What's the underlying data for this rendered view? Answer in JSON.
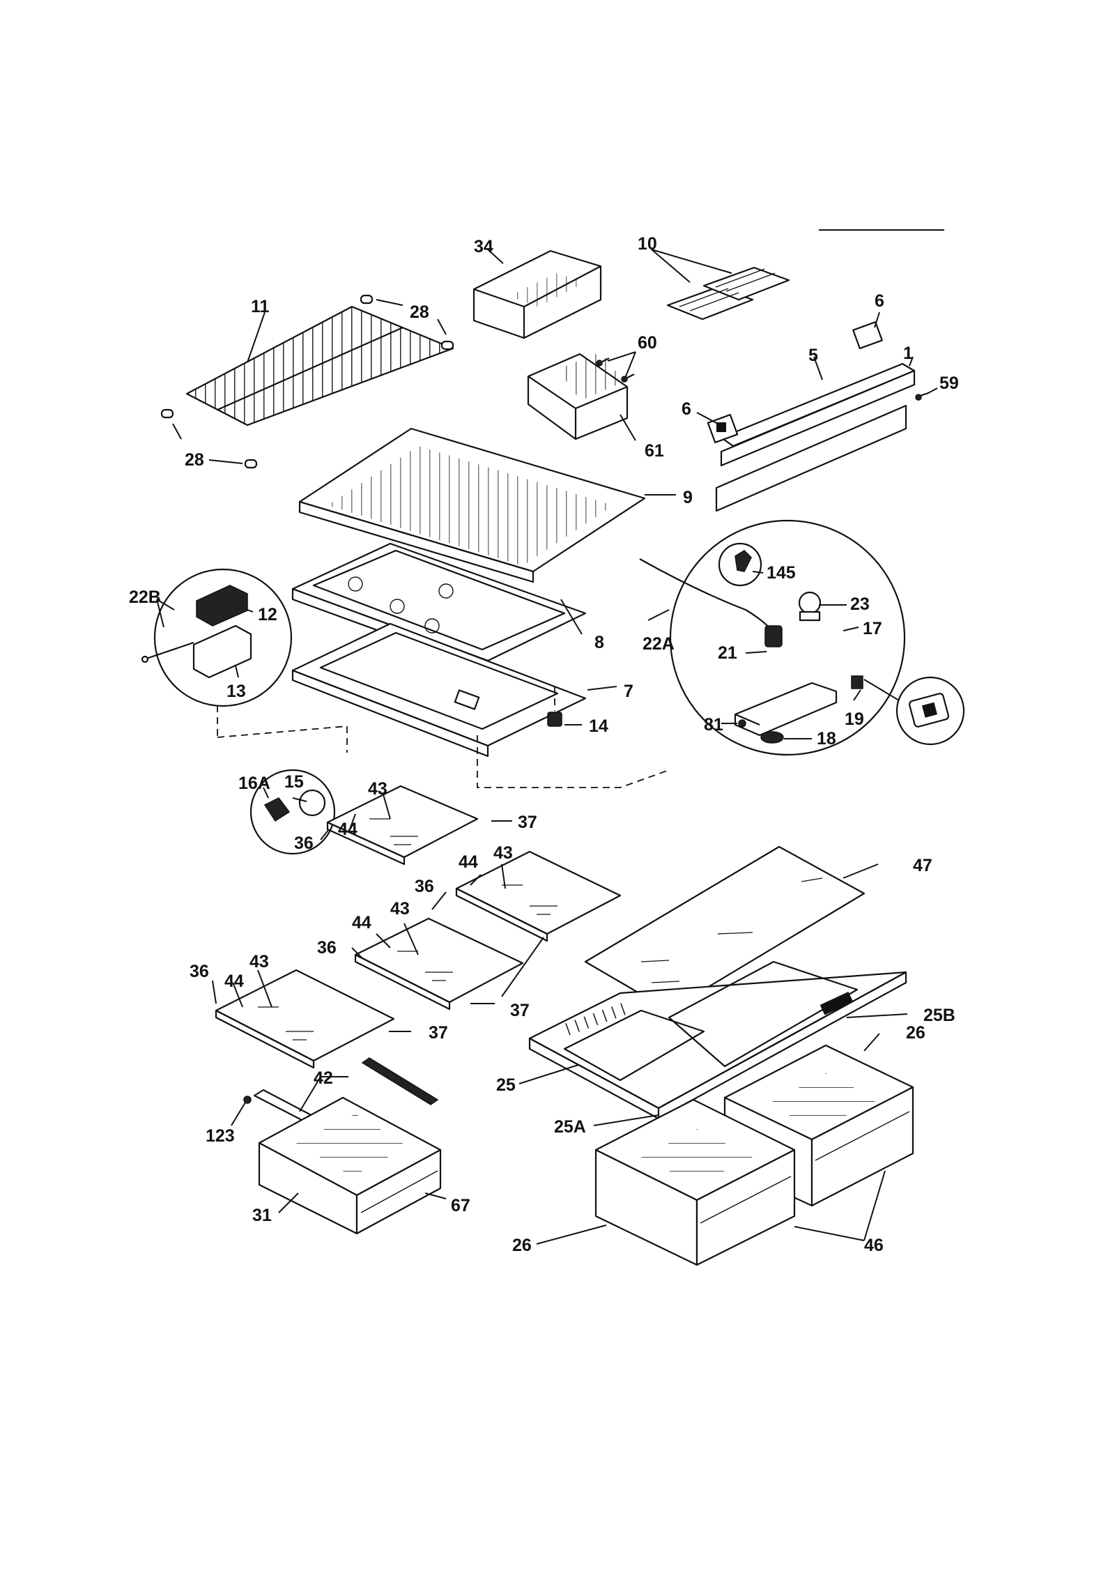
{
  "callouts": [
    {
      "id": "c34",
      "text": "34"
    },
    {
      "id": "c10",
      "text": "10"
    },
    {
      "id": "c11",
      "text": "11"
    },
    {
      "id": "c28a",
      "text": "28"
    },
    {
      "id": "c28b",
      "text": "28"
    },
    {
      "id": "c60",
      "text": "60"
    },
    {
      "id": "c61",
      "text": "61"
    },
    {
      "id": "c6a",
      "text": "6"
    },
    {
      "id": "c6b",
      "text": "6"
    },
    {
      "id": "c5",
      "text": "5"
    },
    {
      "id": "c1",
      "text": "1"
    },
    {
      "id": "c59",
      "text": "59"
    },
    {
      "id": "c9",
      "text": "9"
    },
    {
      "id": "c8",
      "text": "8"
    },
    {
      "id": "c7",
      "text": "7"
    },
    {
      "id": "c14",
      "text": "14"
    },
    {
      "id": "c22B",
      "text": "22B"
    },
    {
      "id": "c12",
      "text": "12"
    },
    {
      "id": "c13",
      "text": "13"
    },
    {
      "id": "c15",
      "text": "15"
    },
    {
      "id": "c16A",
      "text": "16A"
    },
    {
      "id": "c145",
      "text": "145"
    },
    {
      "id": "c23",
      "text": "23"
    },
    {
      "id": "c22A",
      "text": "22A"
    },
    {
      "id": "c21",
      "text": "21"
    },
    {
      "id": "c17",
      "text": "17"
    },
    {
      "id": "c81",
      "text": "81"
    },
    {
      "id": "c18",
      "text": "18"
    },
    {
      "id": "c19",
      "text": "19"
    },
    {
      "id": "c44a",
      "text": "44"
    },
    {
      "id": "c43a",
      "text": "43"
    },
    {
      "id": "c36a",
      "text": "36"
    },
    {
      "id": "c37a",
      "text": "37"
    },
    {
      "id": "c44b",
      "text": "44"
    },
    {
      "id": "c43b",
      "text": "43"
    },
    {
      "id": "c36b",
      "text": "36"
    },
    {
      "id": "c44c",
      "text": "44"
    },
    {
      "id": "c43c",
      "text": "43"
    },
    {
      "id": "c36c",
      "text": "36"
    },
    {
      "id": "c37b",
      "text": "37"
    },
    {
      "id": "c36d",
      "text": "36"
    },
    {
      "id": "c44d",
      "text": "44"
    },
    {
      "id": "c43d",
      "text": "43"
    },
    {
      "id": "c37c",
      "text": "37"
    },
    {
      "id": "c47",
      "text": "47"
    },
    {
      "id": "c25B",
      "text": "25B"
    },
    {
      "id": "c26a",
      "text": "26"
    },
    {
      "id": "c25",
      "text": "25"
    },
    {
      "id": "c25A",
      "text": "25A"
    },
    {
      "id": "c42",
      "text": "42"
    },
    {
      "id": "c123",
      "text": "123"
    },
    {
      "id": "c67",
      "text": "67"
    },
    {
      "id": "c31",
      "text": "31"
    },
    {
      "id": "c26b",
      "text": "26"
    },
    {
      "id": "c46",
      "text": "46"
    }
  ]
}
